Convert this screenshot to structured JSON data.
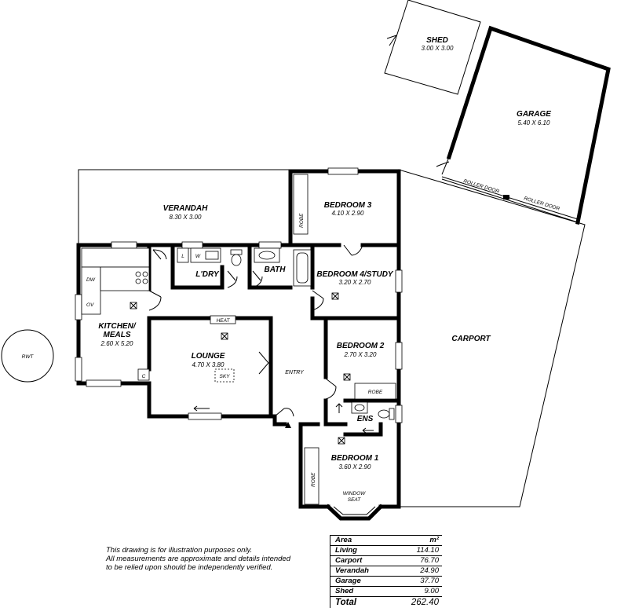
{
  "rooms": {
    "shed": {
      "name": "SHED",
      "dims": "3.00 X 3.00"
    },
    "garage": {
      "name": "GARAGE",
      "dims": "5.40 X 6.10"
    },
    "verandah": {
      "name": "VERANDAH",
      "dims": "8.30 X 3.00"
    },
    "bedroom3": {
      "name": "BEDROOM 3",
      "dims": "4.10 X 2.90"
    },
    "bedroom4": {
      "name": "BEDROOM 4/STUDY",
      "dims": "3.20 X 2.70"
    },
    "laundry": {
      "name": "L'DRY"
    },
    "bath": {
      "name": "BATH"
    },
    "kitchen": {
      "name1": "KITCHEN/",
      "name2": "MEALS",
      "dims": "2.60 X 5.20"
    },
    "lounge": {
      "name": "LOUNGE",
      "dims": "4.70 X 3.80"
    },
    "bedroom2": {
      "name": "BEDROOM 2",
      "dims": "2.70 X 3.20"
    },
    "carport": {
      "name": "CARPORT"
    },
    "ens": {
      "name": "ENS"
    },
    "bedroom1": {
      "name": "BEDROOM 1",
      "dims": "3.60 X 2.90"
    },
    "entry": {
      "name": "ENTRY"
    }
  },
  "labels": {
    "rwt": "RWT",
    "roller_door_1": "ROLLER DOOR",
    "roller_door_2": "ROLLER DOOR",
    "robe_b3": "ROBE",
    "robe_b2": "ROBE",
    "robe_b1": "ROBE",
    "heat": "HEAT",
    "sky": "SKY",
    "dw": "DW",
    "ov": "OV",
    "c": "C",
    "l": "L",
    "w": "W",
    "window_seat_1": "WINDOW",
    "window_seat_2": "SEAT"
  },
  "disclaimer": [
    "This drawing is for illustration purposes only.",
    "All measurements are approximate and details intended",
    "to be relied upon should be independently verified."
  ],
  "area_table": {
    "header": "Area",
    "unit": "m²",
    "rows": [
      {
        "label": "Living",
        "value": "114.10"
      },
      {
        "label": "Carport",
        "value": "76.70"
      },
      {
        "label": "Verandah",
        "value": "24.90"
      },
      {
        "label": "Garage",
        "value": "37.70"
      },
      {
        "label": "Shed",
        "value": "9.00"
      }
    ],
    "total_label": "Total",
    "total_value": "262.40"
  }
}
